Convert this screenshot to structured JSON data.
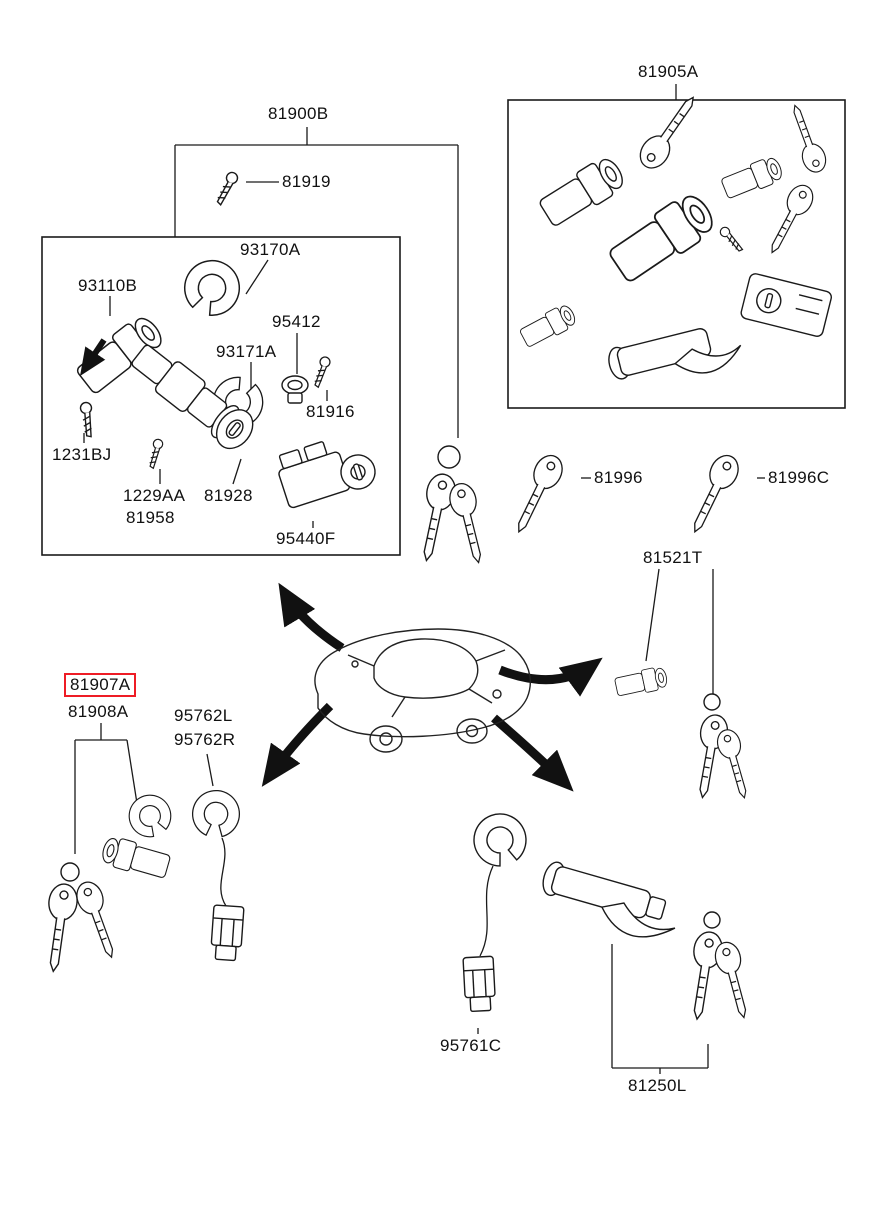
{
  "diagram": {
    "type": "exploded-parts-diagram",
    "subject": "vehicle key and lock set",
    "background": "#ffffff",
    "line_color": "#1a1a1a",
    "highlight_color": "#ee1c25",
    "selected_part": "81907A",
    "labels": {
      "81900B": "81900B",
      "81919": "81919",
      "93170A": "93170A",
      "93110B": "93110B",
      "95412": "95412",
      "93171A": "93171A",
      "81916": "81916",
      "1231BJ": "1231BJ",
      "1229AA": "1229AA",
      "81958": "81958",
      "81928": "81928",
      "95440F": "95440F",
      "81905A": "81905A",
      "81996": "81996",
      "81996C": "81996C",
      "81521T": "81521T",
      "81907A": "81907A",
      "81908A": "81908A",
      "95762L": "95762L",
      "95762R": "95762R",
      "95761C": "95761C",
      "81250L": "81250L"
    },
    "groups": [
      {
        "set": "81900B",
        "members": [
          "81919",
          "93170A",
          "93110B",
          "95412",
          "93171A",
          "81916",
          "1231BJ",
          "1229AA",
          "81958",
          "81928",
          "95440F"
        ]
      },
      {
        "set": "81905A",
        "members": []
      },
      {
        "set": "81521T",
        "members": []
      },
      {
        "set": "81907A",
        "members": [
          "81908A"
        ]
      },
      {
        "set": "95762L",
        "members": [
          "95762R"
        ]
      },
      {
        "set": "95761C",
        "members": []
      },
      {
        "set": "81250L",
        "members": []
      }
    ],
    "illustrations": [
      "steering-ignition-lock-assembly",
      "lock-set",
      "blank-key",
      "key-set",
      "glovebox-lock",
      "door-lock-with-keys",
      "door-handle-rod",
      "fuel-filler-cable",
      "trunk-lock-with-keys",
      "car-outline",
      "direction-arrows"
    ]
  }
}
